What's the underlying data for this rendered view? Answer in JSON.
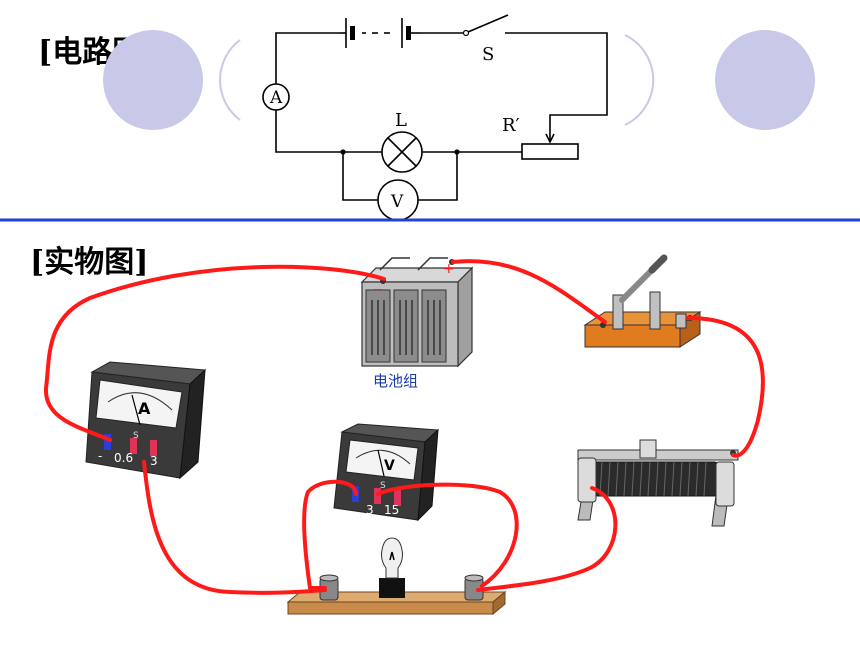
{
  "headings": {
    "circuit_diagram": "[电路图]",
    "physical_diagram": "[实物图]"
  },
  "circuit": {
    "switch_label": "S",
    "lamp_label": "L",
    "rheostat_label": "R′",
    "ammeter_symbol": "A",
    "voltmeter_symbol": "V"
  },
  "physical": {
    "battery_label": "电池组",
    "ammeter_symbol": "A",
    "ammeter_terminals": [
      "-",
      "0.6",
      "3"
    ],
    "voltmeter_symbol": "V",
    "voltmeter_terminals": [
      "3",
      "15"
    ],
    "meter_s_mark": "S"
  },
  "colors": {
    "divider": "#2244cc",
    "decor_circle": "#c8c8e8",
    "wire": "#ff1a1a",
    "base_board": "#c98b4a"
  }
}
